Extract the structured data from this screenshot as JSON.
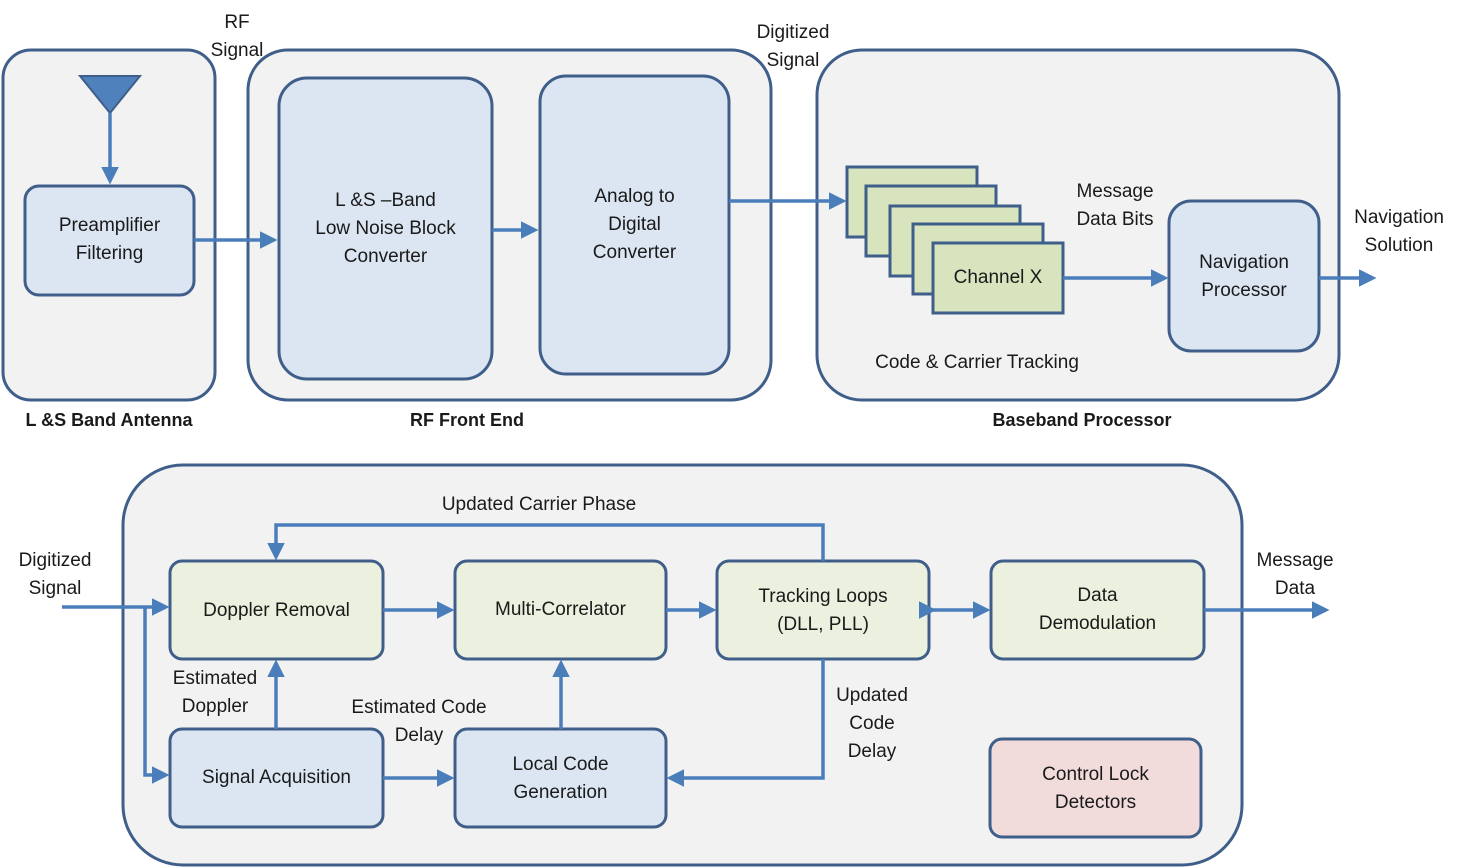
{
  "colors": {
    "stroke": "#3f5f8a",
    "arrow": "#4a7ebb",
    "container_fill": "#f2f2f2",
    "blue_fill": "#dce6f2",
    "green_fill": "#ebf1de",
    "channel_fill": "#d7e4bd",
    "red_fill": "#f2dcdb"
  },
  "top": {
    "sections": {
      "antenna": "L &S Band Antenna",
      "rf_front_end": "RF Front End",
      "baseband": "Baseband Processor"
    },
    "boxes": {
      "preamp": "Preamplifier\nFiltering",
      "lnb": "L &S –Band\nLow Noise Block\nConverter",
      "adc": "Analog to\nDigital\nConverter",
      "channel": "Channel X",
      "nav_processor": "Navigation\nProcessor"
    },
    "labels": {
      "rf_signal": "RF\nSignal",
      "digitized_signal": "Digitized\nSignal",
      "message_data_bits": "Message\nData Bits",
      "navigation_solution": "Navigation\nSolution",
      "code_carrier_tracking": "Code & Carrier Tracking"
    }
  },
  "bottom": {
    "boxes": {
      "doppler_removal": "Doppler Removal",
      "multi_correlator": "Multi-Correlator",
      "tracking_loops": "Tracking Loops\n(DLL, PLL)",
      "data_demodulation": "Data\nDemodulation",
      "signal_acquisition": "Signal Acquisition",
      "local_code_generation": "Local Code\nGeneration",
      "control_lock_detectors": "Control Lock\nDetectors"
    },
    "labels": {
      "digitized_signal": "Digitized\nSignal",
      "message_data": "Message\nData",
      "updated_carrier_phase": "Updated Carrier Phase",
      "estimated_doppler": "Estimated\nDoppler",
      "estimated_code_delay": "Estimated Code\nDelay",
      "updated_code_delay": "Updated\nCode\nDelay"
    }
  }
}
